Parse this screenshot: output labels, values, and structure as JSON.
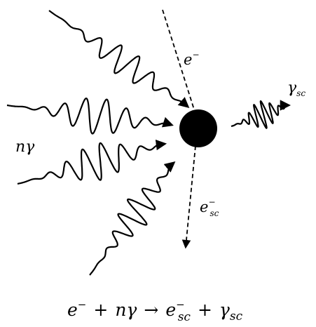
{
  "labels": {
    "electron_in": "e",
    "electron_in_sup": "−",
    "photons_in": "nγ",
    "electron_out": "e",
    "electron_out_sup": "−",
    "electron_out_sub": "sc",
    "photon_out": "γ",
    "photon_out_sub": "sc"
  },
  "equation": {
    "e": "e",
    "e_sup": "−",
    "plus1": "+",
    "n_gamma": "nγ",
    "arrow": "→",
    "e_sc": "e",
    "e_sc_sup": "−",
    "e_sc_sub": "sc",
    "plus2": "+",
    "gamma_sc": "γ",
    "gamma_sc_sub": "sc"
  }
}
